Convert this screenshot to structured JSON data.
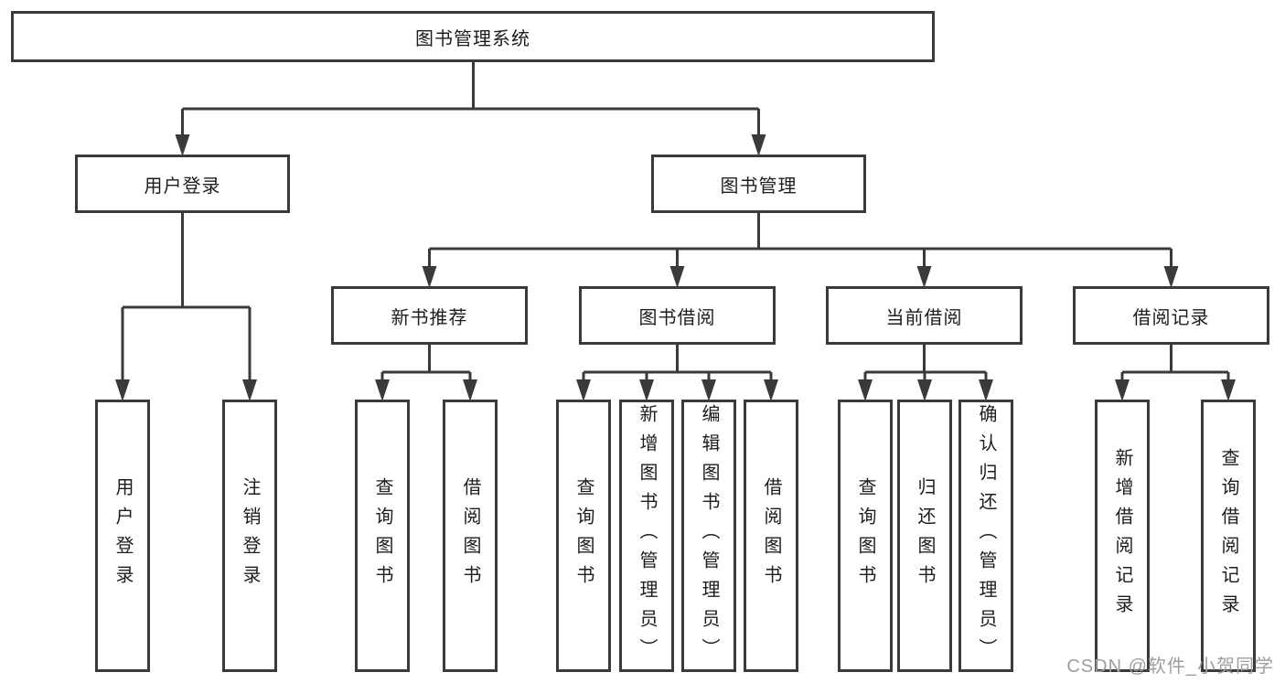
{
  "colors": {
    "line": "#3a3a3a",
    "text": "#1d1d1f",
    "watermark": "#9e9e9e"
  },
  "watermark": "CSDN @软件_小贺同学",
  "tree": {
    "label": "图书管理系统",
    "children": [
      {
        "label": "用户登录",
        "children": [
          {
            "label": "用户登录"
          },
          {
            "label": "注销登录"
          }
        ]
      },
      {
        "label": "图书管理",
        "children": [
          {
            "label": "新书推荐",
            "children": [
              {
                "label": "查询图书"
              },
              {
                "label": "借阅图书"
              }
            ]
          },
          {
            "label": "图书借阅",
            "children": [
              {
                "label": "查询图书"
              },
              {
                "label": "新增图书（管理员）"
              },
              {
                "label": "编辑图书（管理员）"
              },
              {
                "label": "借阅图书"
              }
            ]
          },
          {
            "label": "当前借阅",
            "children": [
              {
                "label": "查询图书"
              },
              {
                "label": "归还图书"
              },
              {
                "label": "确认归还（管理员）"
              }
            ]
          },
          {
            "label": "借阅记录",
            "children": [
              {
                "label": "新增借阅记录"
              },
              {
                "label": "查询借阅记录"
              }
            ]
          }
        ]
      }
    ]
  }
}
